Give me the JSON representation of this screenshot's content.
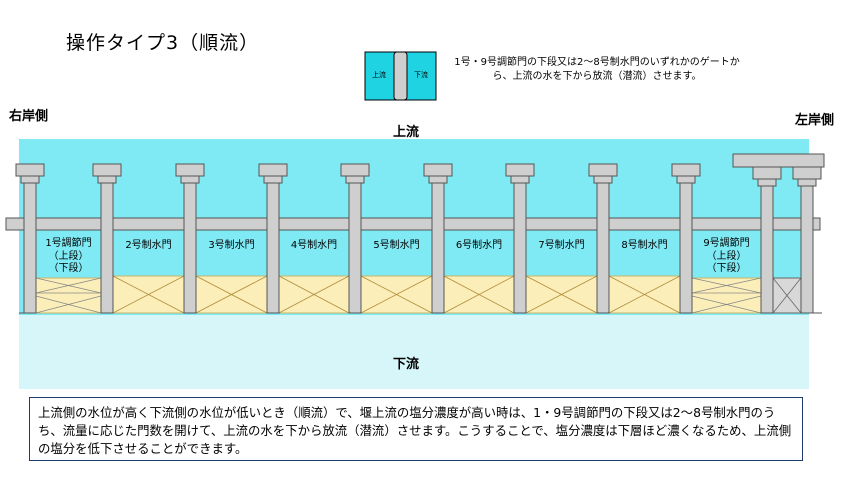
{
  "title": "操作タイプ3（順流）",
  "legend": {
    "upstream_mark": "上流",
    "downstream_mark": "下流",
    "note_line1": "1号・9号調節門の下段又は2～8号制水門のいずれかのゲートか",
    "note_line2": "ら、上流の水を下から放流（潜流）させます。"
  },
  "banks": {
    "right": "右岸側",
    "left": "左岸側"
  },
  "flow": {
    "upstream": "上流",
    "downstream": "下流"
  },
  "gates": [
    {
      "name": "1号調節門",
      "sub1": "（上段）",
      "sub2": "（下段）"
    },
    {
      "name": "2号制水門"
    },
    {
      "name": "3号制水門"
    },
    {
      "name": "4号制水門"
    },
    {
      "name": "5号制水門"
    },
    {
      "name": "6号制水門"
    },
    {
      "name": "7号制水門"
    },
    {
      "name": "8号制水門"
    },
    {
      "name": "9号調節門",
      "sub1": "（上段）",
      "sub2": "（下段）"
    }
  ],
  "description": "上流側の水位が高く下流側の水位が低いとき（順流）で、堰上流の塩分濃度が高い時は、1・9号調節門の下段又は2～8号制水門のうち、流量に応じた門数を開けて、上流の水を下から放流（潜流）させます。こうすることで、塩分濃度は下層ほど濃くなるため、上流側の塩分を低下させることができます。",
  "colors": {
    "upstream_water": "#7fe9f4",
    "downstream_water": "#d6f6fa",
    "pier": "#cfcfcf",
    "gate_fill": "#fbeeb8",
    "legend_water": "#1fd3e3",
    "border": "#1f3b6e"
  }
}
